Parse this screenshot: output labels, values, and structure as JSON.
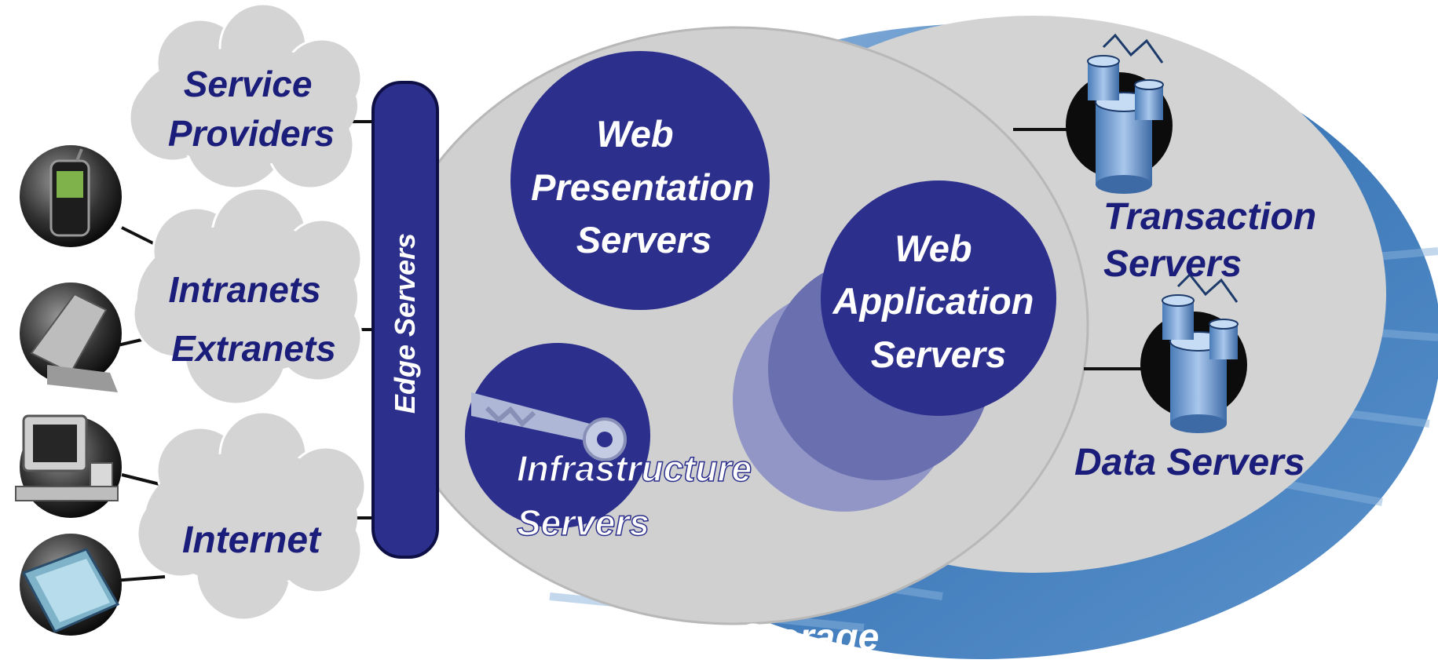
{
  "diagram": {
    "clouds": [
      {
        "id": "service-providers",
        "lines": [
          "Service",
          "Providers"
        ]
      },
      {
        "id": "intranets-extranets",
        "lines": [
          "Intranets",
          "Extranets"
        ]
      },
      {
        "id": "internet",
        "lines": [
          "Internet"
        ]
      }
    ],
    "edge_servers": "Edge Servers",
    "web_presentation": [
      "Web",
      "Presentation",
      "Servers"
    ],
    "web_application": [
      "Web",
      "Application",
      "Servers"
    ],
    "infrastructure": [
      "Infrastructure",
      "Servers"
    ],
    "transaction": [
      "Transaction",
      "Servers"
    ],
    "data_servers": "Data Servers",
    "storage": "Storage",
    "devices": [
      "mobile-phone",
      "laptop",
      "desktop-computer",
      "scanner"
    ],
    "colors": {
      "navy": "#2c2f8c",
      "text_navy": "#1b1d7a",
      "cloud": "#d4d4d4",
      "ellipse": "#d3d3d3",
      "storage_blue": "#3f79b8"
    }
  }
}
